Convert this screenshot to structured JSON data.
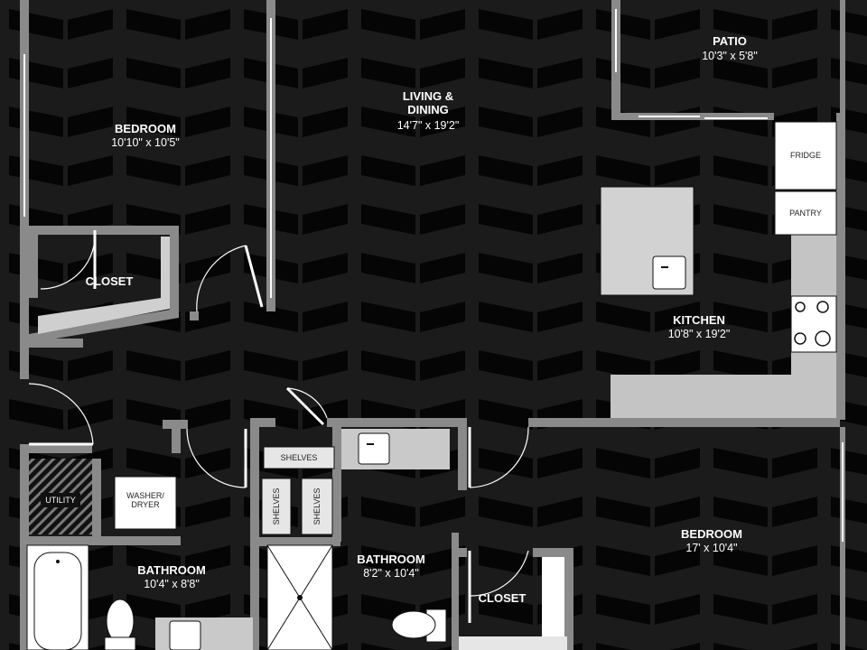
{
  "rooms": {
    "bedroom_1": {
      "name": "BEDROOM",
      "dims": "10'10\" x 10'5\""
    },
    "living": {
      "name_line1": "LIVING &",
      "name_line2": "DINING",
      "dims": "14'7\" x 19'2\""
    },
    "patio": {
      "name": "PATIO",
      "dims": "10'3\" x 5'8\""
    },
    "kitchen": {
      "name": "KITCHEN",
      "dims": "10'8\" x 19'2\""
    },
    "bedroom_2": {
      "name": "BEDROOM",
      "dims": "17' x 10'4\""
    },
    "bathroom_1": {
      "name": "BATHROOM",
      "dims": "10'4\" x 8'8\""
    },
    "bathroom_2": {
      "name": "BATHROOM",
      "dims": "8'2\" x 10'4\""
    },
    "closet_1": {
      "name": "CLOSET"
    },
    "closet_2": {
      "name": "CLOSET"
    }
  },
  "fixtures": {
    "fridge": "FRIDGE",
    "pantry": "PANTRY",
    "washer_dryer_line1": "WASHER/",
    "washer_dryer_line2": "DRYER",
    "utility": "UTILITY",
    "shelves_top": "SHELVES",
    "shelves_left": "SHELVES",
    "shelves_right": "SHELVES"
  },
  "colors": {
    "background": "#111111",
    "wall": "#8a8a8a",
    "counter": "#bdbdbd",
    "fixture": "#d9d9d9",
    "pattern": "#000000"
  }
}
